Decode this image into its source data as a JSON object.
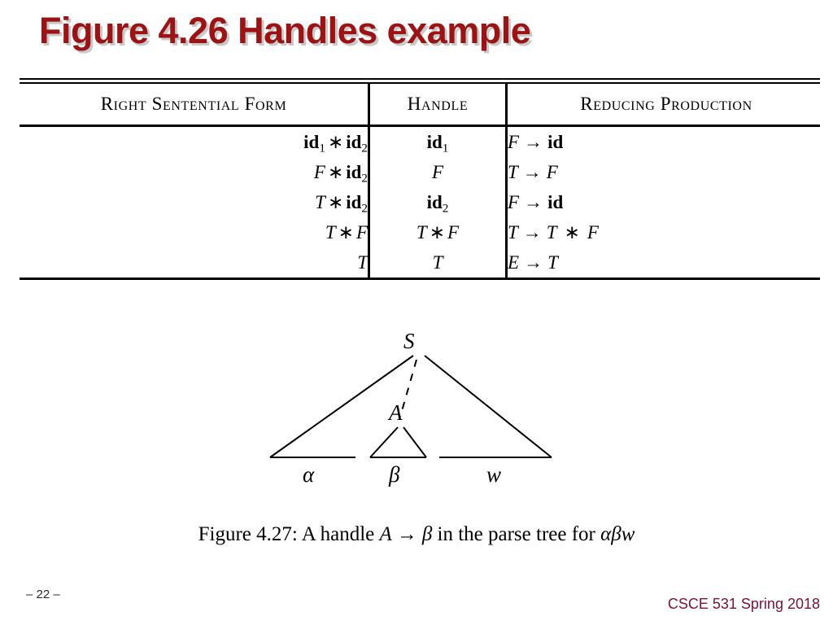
{
  "slide": {
    "title": "Figure 4.26 Handles example",
    "title_color": "#9d1212",
    "title_shadow_color": "#c9c9c9"
  },
  "table": {
    "headers": {
      "right_sentential_form": "Right Sentential Form",
      "handle": "Handle",
      "reducing_production": "Reducing Production"
    },
    "rows": [
      {
        "right_sentential_form": "id1 * id2",
        "handle": "id1",
        "reducing_production": "F -> id"
      },
      {
        "right_sentential_form": "F * id2",
        "handle": "F",
        "reducing_production": "T -> F"
      },
      {
        "right_sentential_form": "T * id2",
        "handle": "id2",
        "reducing_production": "F -> id"
      },
      {
        "right_sentential_form": "T * F",
        "handle": "T * F",
        "reducing_production": "T -> T * F"
      },
      {
        "right_sentential_form": "T",
        "handle": "T",
        "reducing_production": "E -> T"
      }
    ]
  },
  "figure": {
    "root_label": "S",
    "inner_label": "A",
    "leaf_labels": [
      "α",
      "β",
      "w"
    ],
    "caption_prefix": "Figure 4.27: A handle ",
    "caption_nonterminal": "A",
    "caption_arrow": "→",
    "caption_beta": "β",
    "caption_middle": " in the parse tree for ",
    "caption_alpha_beta_w": "αβw"
  },
  "footer": {
    "page_number": "– 22 –",
    "course": "CSCE 531 Spring 2018",
    "course_color": "#7b1138"
  }
}
